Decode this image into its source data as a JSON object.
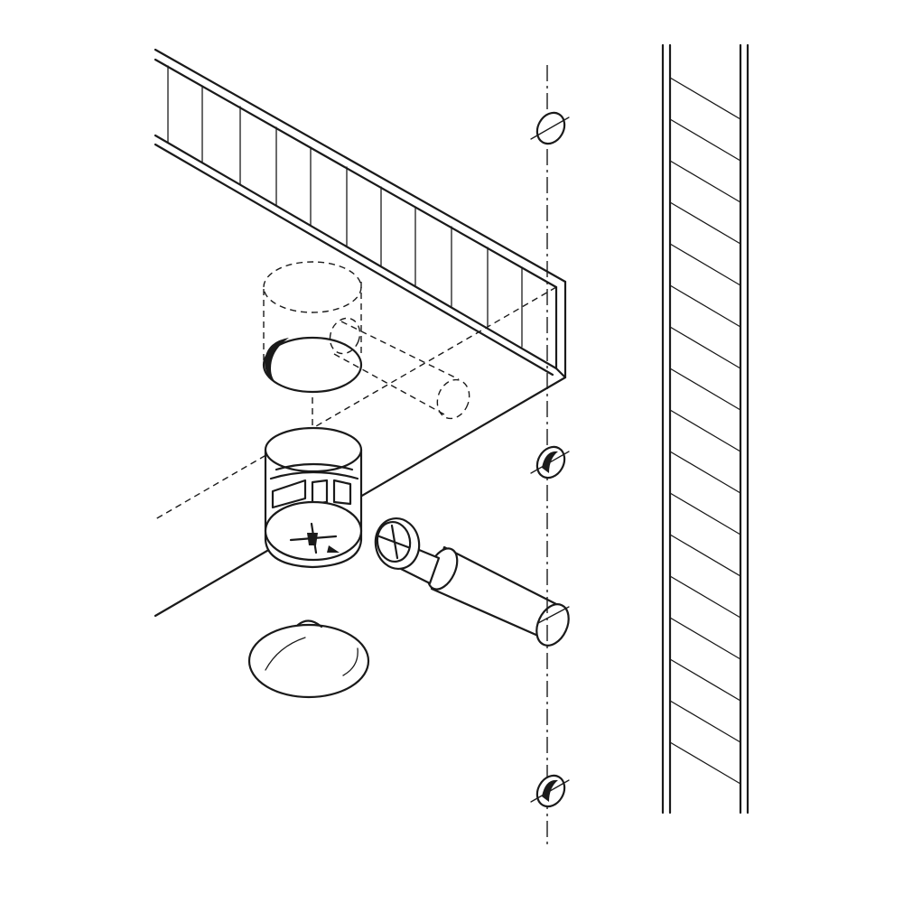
{
  "figure": {
    "kind": "assembly-illustration",
    "parts": [
      "shelf-panel",
      "side-panel",
      "cam-lock-housing",
      "connecting-bolt",
      "cover-cap",
      "drill-hole-marks"
    ],
    "colors": {
      "line": "#1a1a1a",
      "background": "#ffffff"
    }
  }
}
